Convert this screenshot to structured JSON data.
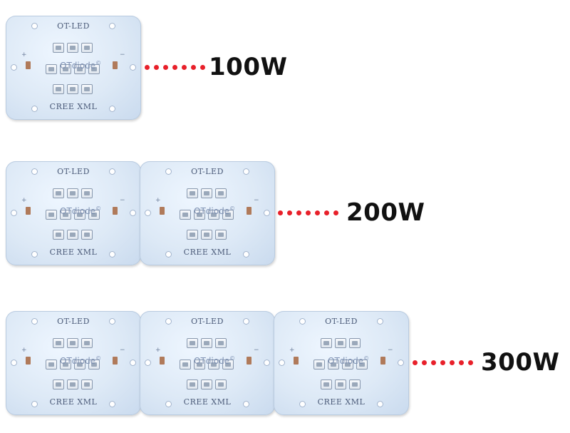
{
  "board": {
    "title": "OT-LED",
    "brand": "OTdiode",
    "brand_mark": "©",
    "footer": "CREE XML",
    "plus": "+",
    "minus": "−"
  },
  "rows": [
    {
      "label": "100W",
      "boards": 1
    },
    {
      "label": "200W",
      "boards": 2
    },
    {
      "label": "300W",
      "boards": 3
    }
  ],
  "colors": {
    "dots": "#e8202a",
    "board": "#dde9f6",
    "label": "#111111"
  }
}
